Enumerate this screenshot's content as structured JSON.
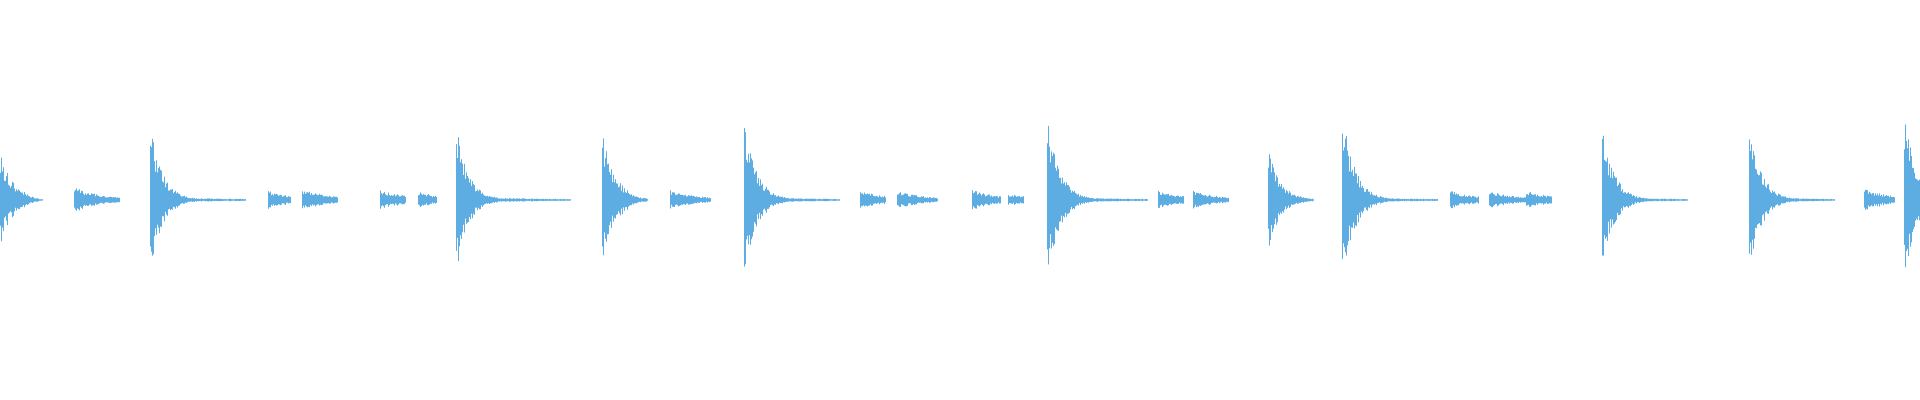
{
  "waveform": {
    "color": "#5DADE2",
    "background": "#FFFFFF",
    "baseline_visible": true,
    "transients": [
      {
        "peak": 0.52,
        "decay": 0.1,
        "sub": [
          0.34,
          0.22,
          0.16,
          0.1
        ],
        "len": 0.42
      },
      {
        "peak": 0.14,
        "decay": 0.28,
        "sub": [],
        "len": 0.45
      },
      {
        "peak": 0.82,
        "decay": 0.12,
        "sub": [
          0.22,
          0.14
        ],
        "len": 0.95
      },
      {
        "peak": 0.1,
        "decay": 0.3,
        "sub": [],
        "len": 0.22
      },
      {
        "peak": 0.12,
        "decay": 0.3,
        "sub": [],
        "len": 0.35
      },
      {
        "peak": 0.11,
        "decay": 0.3,
        "sub": [],
        "len": 0.25
      },
      {
        "peak": 0.09,
        "decay": 0.3,
        "sub": [],
        "len": 0.18
      },
      {
        "peak": 0.84,
        "decay": 0.12,
        "sub": [
          0.24,
          0.14
        ],
        "len": 1.15
      },
      {
        "peak": 0.75,
        "decay": 0.12,
        "sub": [
          0.42,
          0.3,
          0.2,
          0.12
        ],
        "len": 0.45
      },
      {
        "peak": 0.11,
        "decay": 0.3,
        "sub": [],
        "len": 0.4
      },
      {
        "peak": 0.9,
        "decay": 0.12,
        "sub": [
          0.24,
          0.14
        ],
        "len": 0.95
      },
      {
        "peak": 0.1,
        "decay": 0.3,
        "sub": [],
        "len": 0.25
      },
      {
        "peak": 0.1,
        "decay": 0.3,
        "sub": [],
        "len": 0.4
      },
      {
        "peak": 0.11,
        "decay": 0.3,
        "sub": [],
        "len": 0.28
      },
      {
        "peak": 0.07,
        "decay": 0.3,
        "sub": [],
        "len": 0.15
      },
      {
        "peak": 0.95,
        "decay": 0.12,
        "sub": [
          0.24,
          0.14
        ],
        "len": 1.0
      },
      {
        "peak": 0.1,
        "decay": 0.3,
        "sub": [],
        "len": 0.25
      },
      {
        "peak": 0.1,
        "decay": 0.3,
        "sub": [],
        "len": 0.35
      },
      {
        "peak": 0.58,
        "decay": 0.12,
        "sub": [
          0.3,
          0.2,
          0.12
        ],
        "len": 0.45
      },
      {
        "peak": 1.0,
        "decay": 0.12,
        "sub": [
          0.26,
          0.16
        ],
        "len": 0.95
      },
      {
        "peak": 0.1,
        "decay": 0.3,
        "sub": [],
        "len": 0.28
      },
      {
        "peak": 0.1,
        "decay": 0.3,
        "sub": [],
        "len": 0.4
      },
      {
        "peak": 0.1,
        "decay": 0.3,
        "sub": [],
        "len": 0.25
      },
      {
        "peak": 0.8,
        "decay": 0.12,
        "sub": [
          0.24,
          0.14
        ],
        "len": 0.85
      },
      {
        "peak": 0.86,
        "decay": 0.12,
        "sub": [
          0.28,
          0.18
        ],
        "len": 0.85
      },
      {
        "peak": 0.12,
        "decay": 0.3,
        "sub": [],
        "len": 0.3
      },
      {
        "peak": 0.1,
        "decay": 0.3,
        "sub": [],
        "len": 0.28
      },
      {
        "peak": 1.0,
        "decay": 0.1,
        "sub": [
          0.7,
          0.4
        ],
        "len": 0.2
      }
    ]
  }
}
